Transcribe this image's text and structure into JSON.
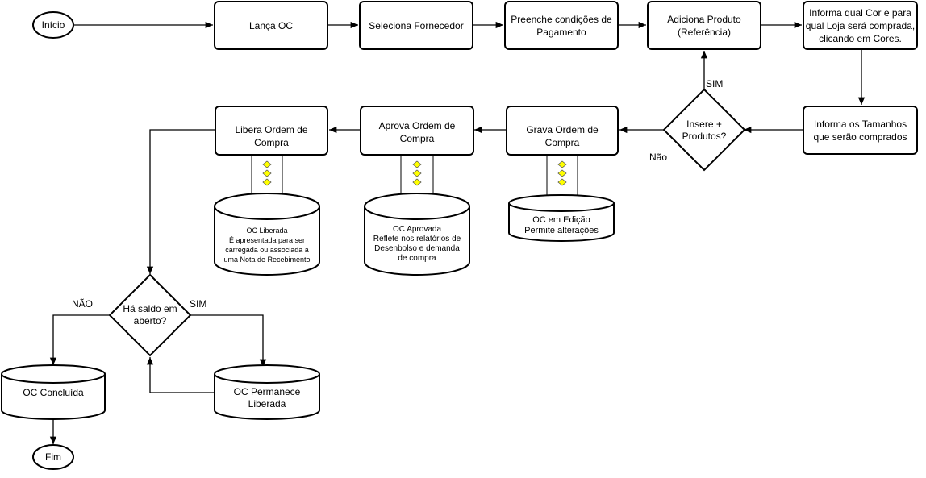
{
  "flow": {
    "start": "Início",
    "end": "Fim",
    "steps": {
      "lanca_oc": "Lança OC",
      "seleciona_fornecedor": "Seleciona Fornecedor",
      "preenche_condicoes": [
        "Preenche condições de",
        "Pagamento"
      ],
      "adiciona_produto": [
        "Adiciona Produto",
        "(Referência)"
      ],
      "informa_cor": [
        "Informa qual Cor e para",
        "qual Loja será comprada,",
        "clicando em Cores."
      ],
      "informa_tamanhos": [
        "Informa os Tamanhos",
        "que serão comprados"
      ],
      "grava_ordem": "Grava Ordem de Compra",
      "aprova_ordem": [
        "Aprova Ordem de",
        "Compra"
      ],
      "libera_ordem": "Libera Ordem de Compra"
    },
    "decisions": {
      "insere_produtos": [
        "Insere +",
        "Produtos?"
      ],
      "ha_saldo": [
        "Há saldo em",
        "aberto?"
      ]
    },
    "edge_labels": {
      "insere_sim": "SIM",
      "insere_nao": "Não",
      "saldo_nao": "NÃO",
      "saldo_sim": "SIM"
    },
    "datastores": {
      "oc_edicao": [
        "OC em Edição",
        "Permite alterações"
      ],
      "oc_aprovada": [
        "OC Aprovada",
        "Reflete nos relatórios de",
        "Desenbolso e demanda",
        "de compra"
      ],
      "oc_liberada": [
        "OC Liberada",
        "É apresentada para ser",
        "carregada ou associada a",
        "uma Nota de Recebimento"
      ],
      "oc_concluida": "OC Concluída",
      "oc_permanece": [
        "OC Permanece",
        "Liberada"
      ]
    }
  },
  "colors": {
    "line": "#000000",
    "fill": "#ffffff",
    "connector_marker": "#ffff00"
  }
}
